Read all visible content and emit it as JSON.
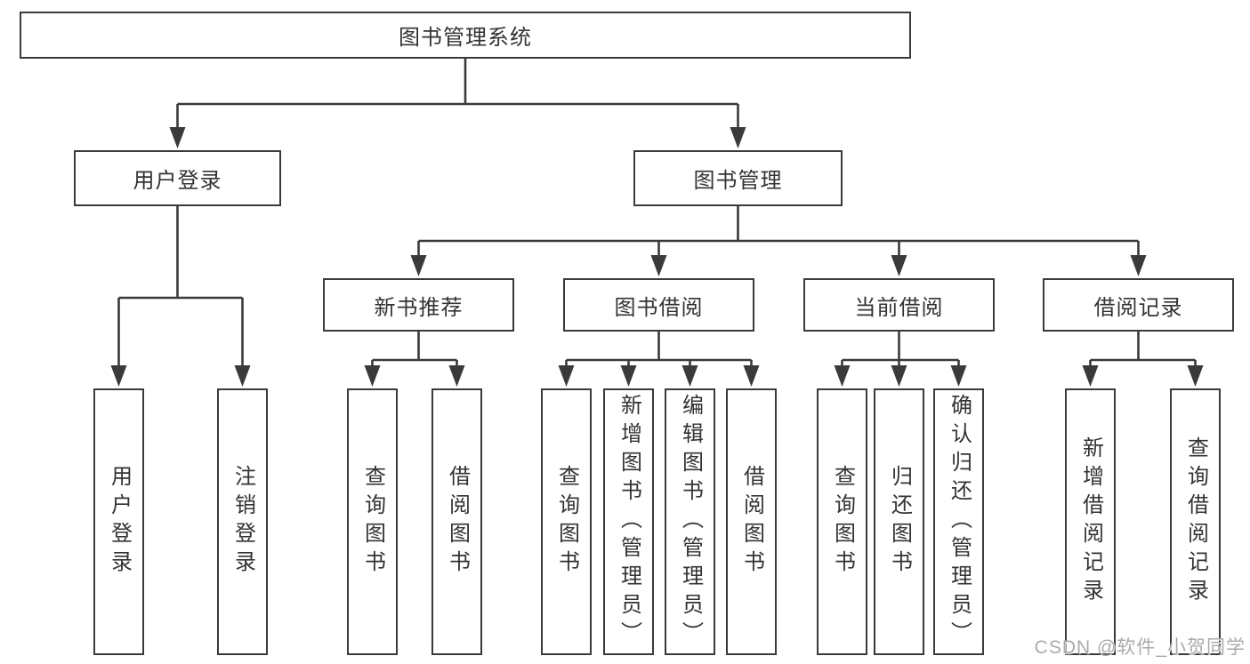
{
  "tree": {
    "label": "图书管理系统",
    "children": [
      {
        "label": "用户登录",
        "children": [
          {
            "label": "用户登录"
          },
          {
            "label": "注销登录"
          }
        ]
      },
      {
        "label": "图书管理",
        "children": [
          {
            "label": "新书推荐",
            "children": [
              {
                "label": "查询图书"
              },
              {
                "label": "借阅图书"
              }
            ]
          },
          {
            "label": "图书借阅",
            "children": [
              {
                "label": "查询图书"
              },
              {
                "label": "新增图书（管理员）"
              },
              {
                "label": "编辑图书（管理员）"
              },
              {
                "label": "借阅图书"
              }
            ]
          },
          {
            "label": "当前借阅",
            "children": [
              {
                "label": "查询图书"
              },
              {
                "label": "归还图书"
              },
              {
                "label": "确认归还（管理员）"
              }
            ]
          },
          {
            "label": "借阅记录",
            "children": [
              {
                "label": "新增借阅记录"
              },
              {
                "label": "查询借阅记录"
              }
            ]
          }
        ]
      }
    ]
  },
  "watermark": {
    "text": "CSDN @软件_小贺同学"
  },
  "colors": {
    "line": "#3a3a3a",
    "text": "#333333",
    "background": "#ffffff",
    "watermark": "#aaaaaa"
  }
}
